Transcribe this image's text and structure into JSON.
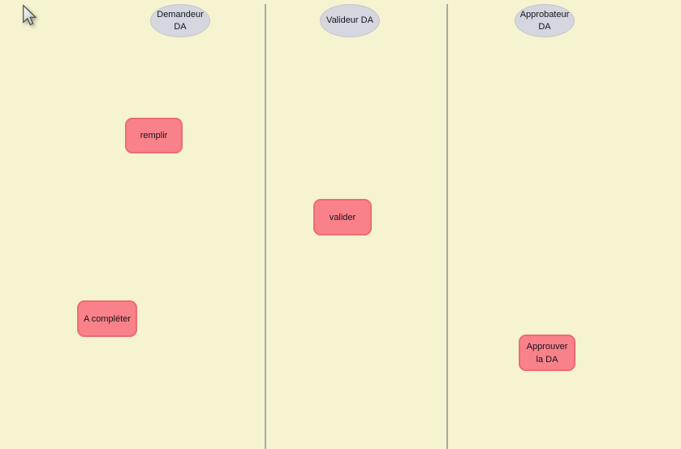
{
  "canvas": {
    "background_color": "#F5F3D0"
  },
  "cursor": {
    "icon": "mouse-pointer"
  },
  "lanes": [
    {
      "label": "Demandeur DA"
    },
    {
      "label": "Valideur DA"
    },
    {
      "label": "Approbateur DA"
    }
  ],
  "tasks": [
    {
      "label": "remplir"
    },
    {
      "label": "valider"
    },
    {
      "label": "A compléter"
    },
    {
      "label": "Approuver la DA"
    }
  ],
  "colors": {
    "background": "#F5F3D0",
    "lane_divider": "#A9A9A9",
    "lane_header_fill": "#D6D7DE",
    "lane_header_border": "#C4C5CF",
    "task_fill": "#F9818A",
    "task_border": "#ED6B74",
    "text": "#14141C"
  }
}
